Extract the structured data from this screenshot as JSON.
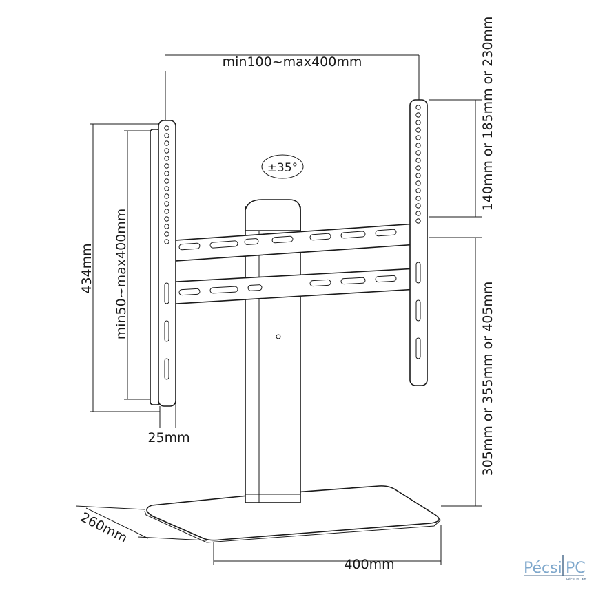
{
  "dimensions": {
    "vesa_width": "min100~max400mm",
    "bracket_height_options": "140mm or 185mm or 230mm",
    "height_options": "305mm or 355mm or 405mm",
    "total_rail_height": "434mm",
    "vesa_height": "min50~max400mm",
    "rail_depth": "25mm",
    "base_depth": "260mm",
    "base_width": "400mm",
    "swivel": "±35°"
  },
  "logo": {
    "name": "PécsiPC",
    "subtitle": "Pécsi PC Kft."
  }
}
